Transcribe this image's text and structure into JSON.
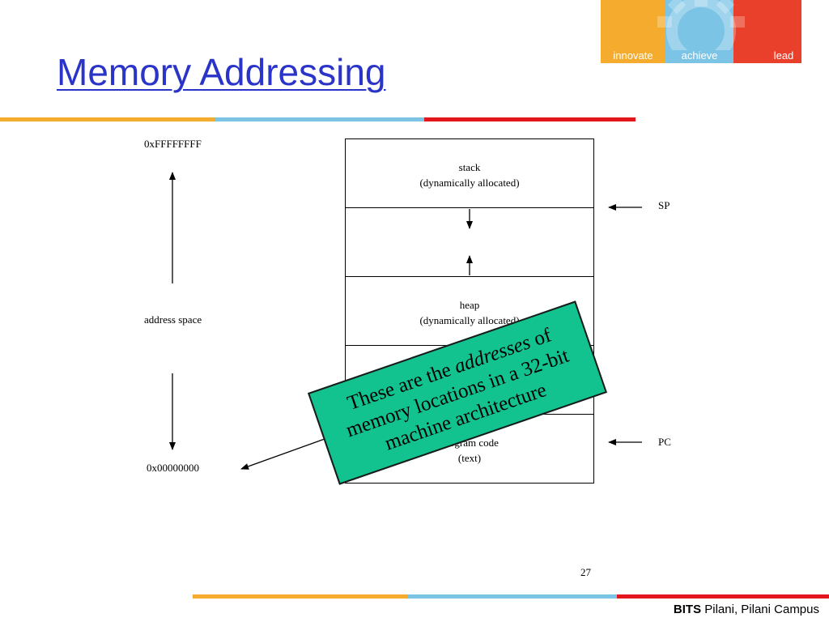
{
  "title": "Memory Addressing",
  "brand": {
    "words": [
      "innovate",
      "achieve",
      "lead"
    ],
    "colors": [
      "#f5ac2e",
      "#7cc4e6",
      "#e8402a"
    ]
  },
  "accent_colors": {
    "orange": "#f5ac2e",
    "blue": "#7cc4e6",
    "red": "#e3161b",
    "title": "#2b34c8",
    "callout": "#12c38f"
  },
  "diagram": {
    "top_address": "0xFFFFFFFF",
    "bottom_address": "0x00000000",
    "address_space_label": "address space",
    "segments": [
      {
        "line1": "stack",
        "line2": "(dynamically allocated)"
      },
      {
        "line1": "",
        "line2": ""
      },
      {
        "line1": "heap",
        "line2": "(dynamically allocated)"
      },
      {
        "line1": "",
        "line2": ""
      },
      {
        "line1": "program code",
        "line2": "(text)"
      }
    ],
    "sp_label": "SP",
    "pc_label": "PC"
  },
  "callout": {
    "before": "These are the ",
    "emphasis": "addresses",
    "after": " of memory locations in a 32-bit machine architecture"
  },
  "page_number": "27",
  "footer": {
    "bold": "BITS",
    "rest": " Pilani, Pilani Campus"
  }
}
